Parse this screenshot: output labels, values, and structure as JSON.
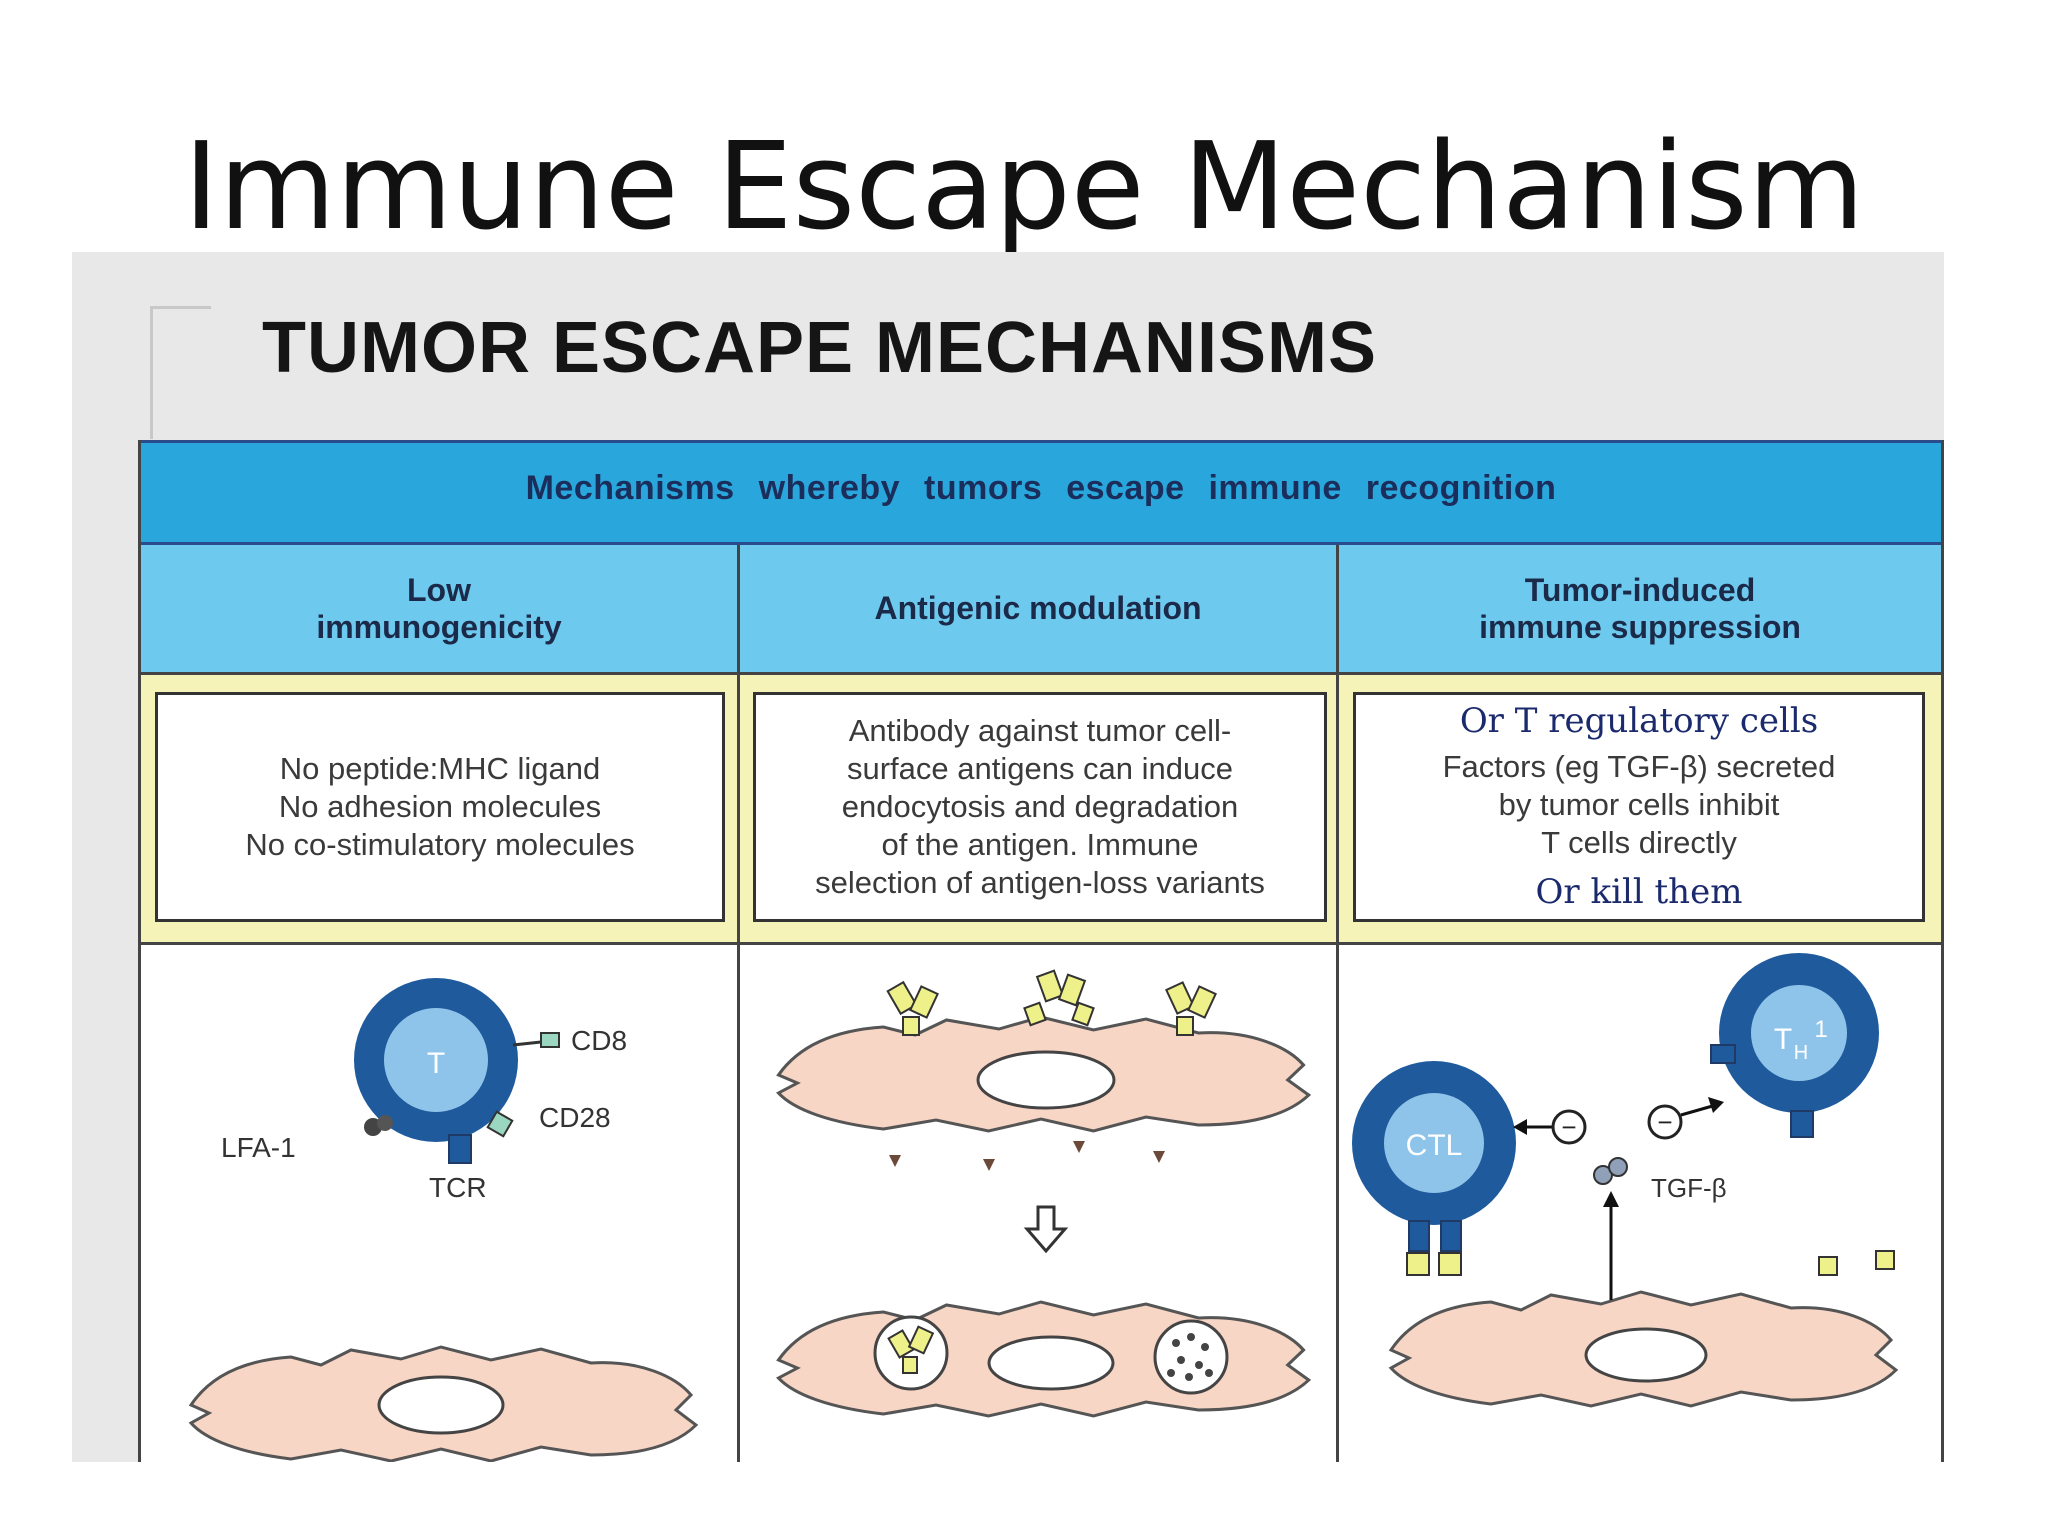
{
  "slide": {
    "title": "Immune Escape Mechanism"
  },
  "figure": {
    "heading": "TUMOR ESCAPE MECHANISMS",
    "banner": "Mechanisms whereby tumors escape immune recognition",
    "columns": [
      {
        "header_lines": [
          "Low",
          "immunogenicity"
        ],
        "description_lines": [
          "No peptide:MHC ligand",
          "No adhesion molecules",
          "No co-stimulatory molecules"
        ],
        "labels": {
          "t_cell": "T",
          "cd8": "CD8",
          "cd28": "CD28",
          "lfa1": "LFA-1",
          "tcr": "TCR"
        }
      },
      {
        "header_lines": [
          "Antigenic modulation"
        ],
        "description_lines": [
          "Antibody against tumor cell-",
          "surface antigens can induce",
          "endocytosis and degradation",
          "of the antigen. Immune",
          "selection of antigen-loss variants"
        ]
      },
      {
        "header_lines": [
          "Tumor-induced",
          "immune suppression"
        ],
        "annotation_top": "Or T regulatory cells",
        "description_lines": [
          "Factors (eg TGF-β) secreted",
          "by tumor cells inhibit",
          "T cells directly"
        ],
        "annotation_bottom": "Or kill them",
        "labels": {
          "ctl": "CTL",
          "th1": "T",
          "th1_sub": "H",
          "th1_sup": "1",
          "tgf": "TGF-β",
          "minus": "−"
        }
      }
    ]
  },
  "colors": {
    "banner": "#29a7dc",
    "header": "#6ec9ee",
    "description_band": "#f6f3b8",
    "cell_body": "#f8d6c6",
    "lymphocyte": "#1e5a9c",
    "lymphocyte_core": "#8fc4ea",
    "antibody": "#eef08a",
    "annotation_text": "#1a2a6c"
  }
}
